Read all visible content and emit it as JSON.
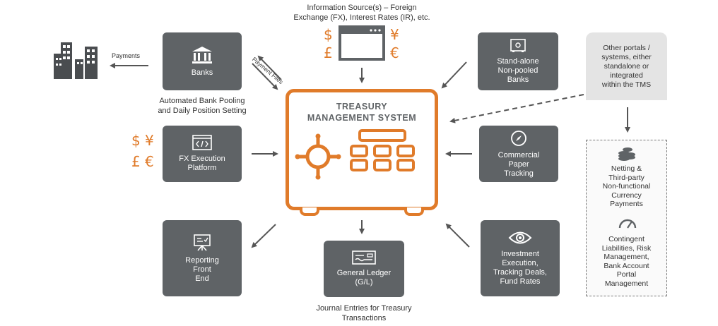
{
  "info_source_caption": "Information Source(s) – Foreign\nExchange (FX), Interest Rates (IR), etc.",
  "currencies": {
    "dollar": "$",
    "yen": "¥",
    "pound": "£",
    "euro": "€"
  },
  "payments_label": "Payments",
  "payment_files_label": "Payment Files",
  "banks_label": "Banks",
  "pooling_caption": "Automated Bank Pooling\nand Daily Position Setting",
  "fx_label": "FX Execution\nPlatform",
  "reporting_label": "Reporting\nFront\nEnd",
  "gl_label": "General Ledger\n(G/L)",
  "journal_caption": "Journal Entries for Treasury\nTransactions",
  "tms_title": "TREASURY\nMANAGEMENT SYSTEM",
  "standalone_label": "Stand-alone\nNon-pooled\nBanks",
  "cp_label": "Commercial\nPaper\nTracking",
  "investment_label": "Investment\nExecution,\nTracking Deals,\nFund Rates",
  "other_portals": "Other portals /\nsystems, either\nstandalone or\nintegrated\nwithin the TMS",
  "netting": "Netting &\nThird-party\nNon-functional\nCurrency\nPayments",
  "contingent": "Contingent\nLiabilities, Risk\nManagement,\nBank Account\nPortal\nManagement",
  "colors": {
    "box": "#5f6366",
    "accent": "#e07b2a",
    "panel": "#e4e4e4"
  },
  "icons": [
    "building-icon",
    "bank-icon",
    "browser-window-icon",
    "safe-icon",
    "code-window-icon",
    "compass-icon",
    "presentation-board-icon",
    "ledger-check-icon",
    "eye-icon",
    "coins-icon",
    "gauge-icon",
    "vault-dial-icon",
    "keypad-icon"
  ]
}
